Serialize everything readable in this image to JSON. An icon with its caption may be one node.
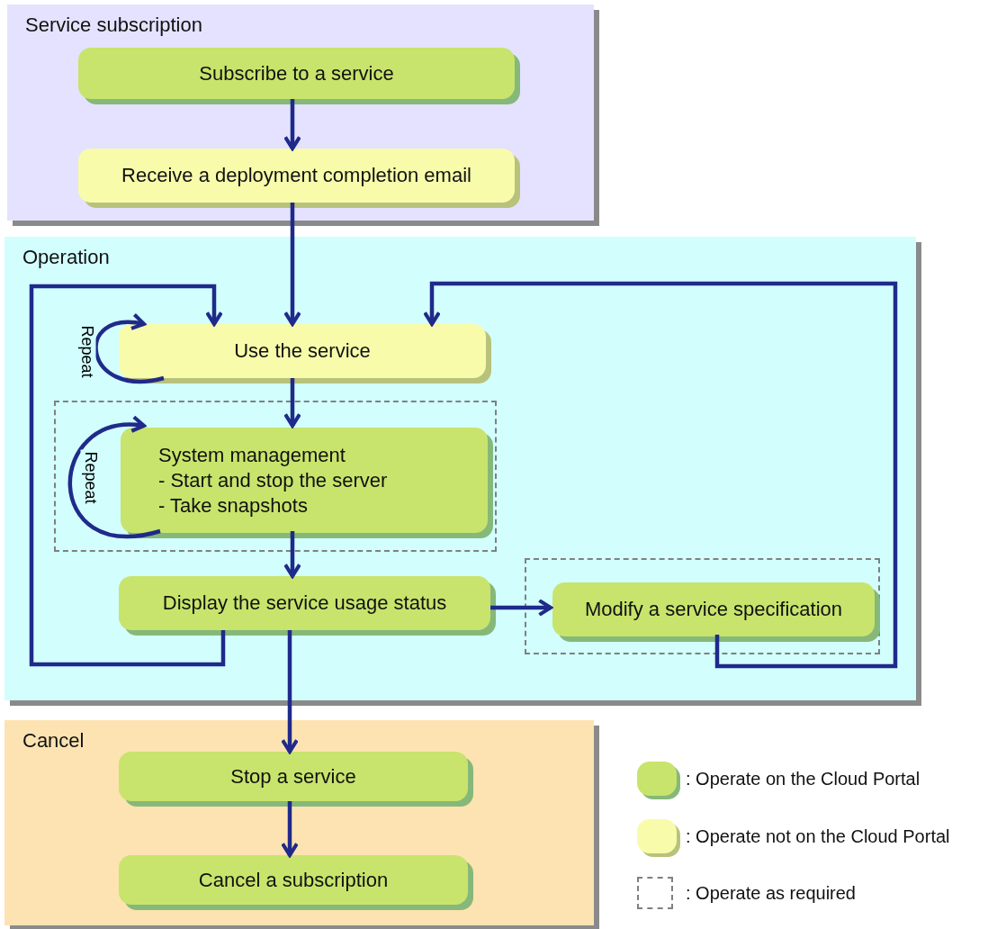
{
  "diagram": {
    "nodes": [
      {
        "text": [
          "Service subscription"
        ]
      },
      {
        "text": [
          "Subscribe to a service"
        ],
        "in": 0
      },
      {
        "text": [
          "Receive a deployment completion email"
        ],
        "in": 0
      },
      {
        "text": [
          "Operation"
        ]
      },
      {
        "text": [
          "Use the service"
        ],
        "in": 3
      },
      {
        "text": [],
        "shape": "box",
        "in": 3
      },
      {
        "text": [
          "System management",
          "- Start and stop the server",
          "- Take snapshots"
        ],
        "in": 5
      },
      {
        "text": [
          "Display the service usage status"
        ],
        "in": 3
      },
      {
        "text": [],
        "shape": "box",
        "in": 3
      },
      {
        "text": [
          "Modify a service specification"
        ],
        "in": 8
      },
      {
        "text": [
          "Cancel"
        ]
      },
      {
        "text": [
          "Stop a service"
        ],
        "in": 10
      },
      {
        "text": [
          "Cancel a subscription"
        ],
        "in": 10
      }
    ],
    "edges": [
      {
        "from": 1,
        "to": 2,
        "arrow": "to"
      },
      {
        "from": 2,
        "to": 4,
        "arrow": "to"
      },
      {
        "from": 4,
        "to": 4,
        "arrow": "to",
        "label": "Repeat"
      },
      {
        "from": 4,
        "to": 6,
        "arrow": "to"
      },
      {
        "from": 6,
        "to": 6,
        "arrow": "to",
        "label": "Repeat"
      },
      {
        "from": 6,
        "to": 7,
        "arrow": "to"
      },
      {
        "from": 7,
        "to": 4,
        "arrow": "to"
      },
      {
        "from": 7,
        "to": 9,
        "arrow": "to"
      },
      {
        "from": 9,
        "to": 4,
        "arrow": "to"
      },
      {
        "from": 7,
        "to": 11,
        "arrow": "to"
      },
      {
        "from": 11,
        "to": 12,
        "arrow": "to"
      }
    ],
    "legend": [
      {
        "text": ": Operate on the Cloud Portal",
        "color": "#c8e46c"
      },
      {
        "text": ": Operate not on the Cloud Portal",
        "color": "#f8fcaa"
      },
      {
        "text": ": Operate as required"
      }
    ]
  }
}
